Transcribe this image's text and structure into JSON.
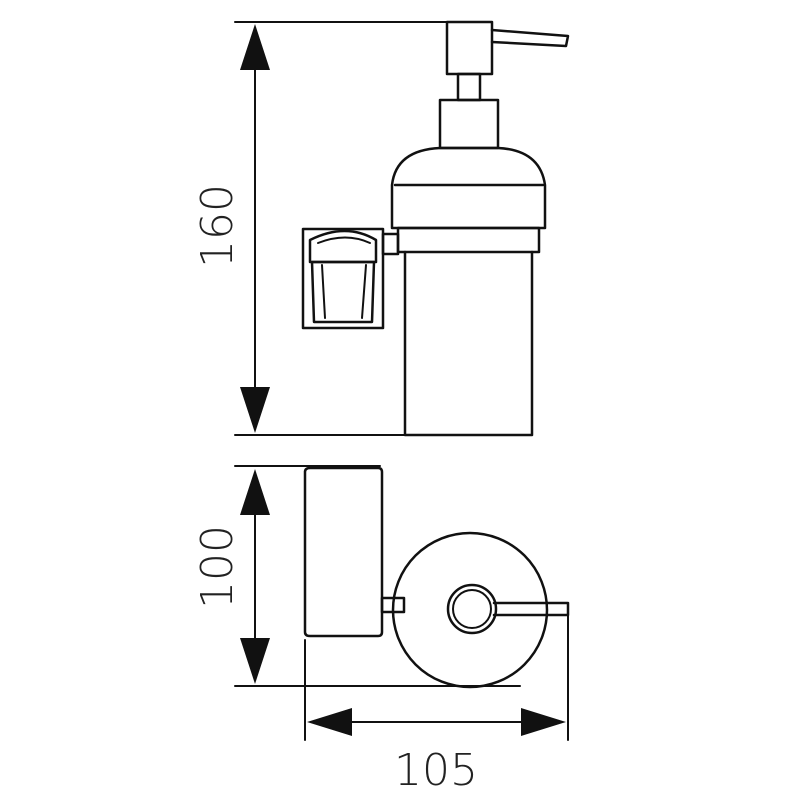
{
  "dimensions": {
    "height_side": "160",
    "depth_top": "100",
    "width_top": "105"
  },
  "colors": {
    "line": "#111111",
    "text": "#222222",
    "background": "#ffffff"
  }
}
